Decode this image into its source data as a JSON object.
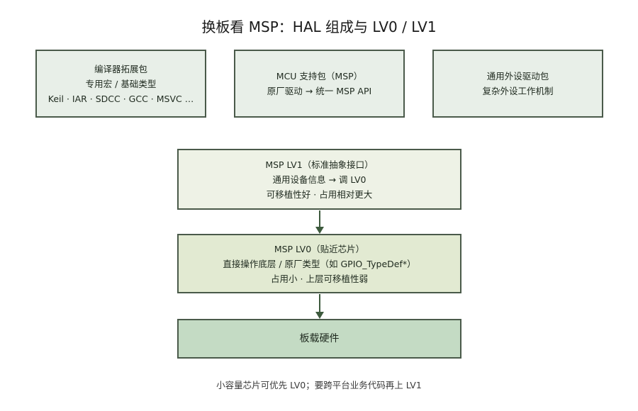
{
  "title": "换板看 MSP：HAL 组成与 LV0 / LV1",
  "boxes": {
    "compiler": {
      "lines": [
        "编译器拓展包",
        "专用宏 / 基础类型",
        "Keil · IAR · SDCC · GCC · MSVC …"
      ]
    },
    "mcu": {
      "lines": [
        "MCU 支持包（MSP）",
        "原厂驱动 → 统一 MSP API"
      ]
    },
    "peripheral": {
      "lines": [
        "通用外设驱动包",
        "复杂外设工作机制"
      ]
    },
    "lv1": {
      "lines": [
        "MSP LV1（标准抽象接口）",
        "通用设备信息 → 调 LV0",
        "可移植性好 · 占用相对更大"
      ]
    },
    "lv0": {
      "lines": [
        "MSP LV0（贴近芯片）",
        "直接操作底层 / 原厂类型（如 GPIO_TypeDef*）",
        "占用小 · 上层可移植性弱"
      ]
    },
    "hardware": {
      "label": "板载硬件"
    }
  },
  "footer": "小容量芯片可优先 LV0；要跨平台业务代码再上 LV1",
  "colors": {
    "border": "#4a5a4a",
    "top_fill": "#e8efe8",
    "lv1_fill": "#eef2e6",
    "lv0_fill": "#e2ead2",
    "hardware_fill": "#c4dbc4",
    "arrow": "#3d5a3d"
  }
}
